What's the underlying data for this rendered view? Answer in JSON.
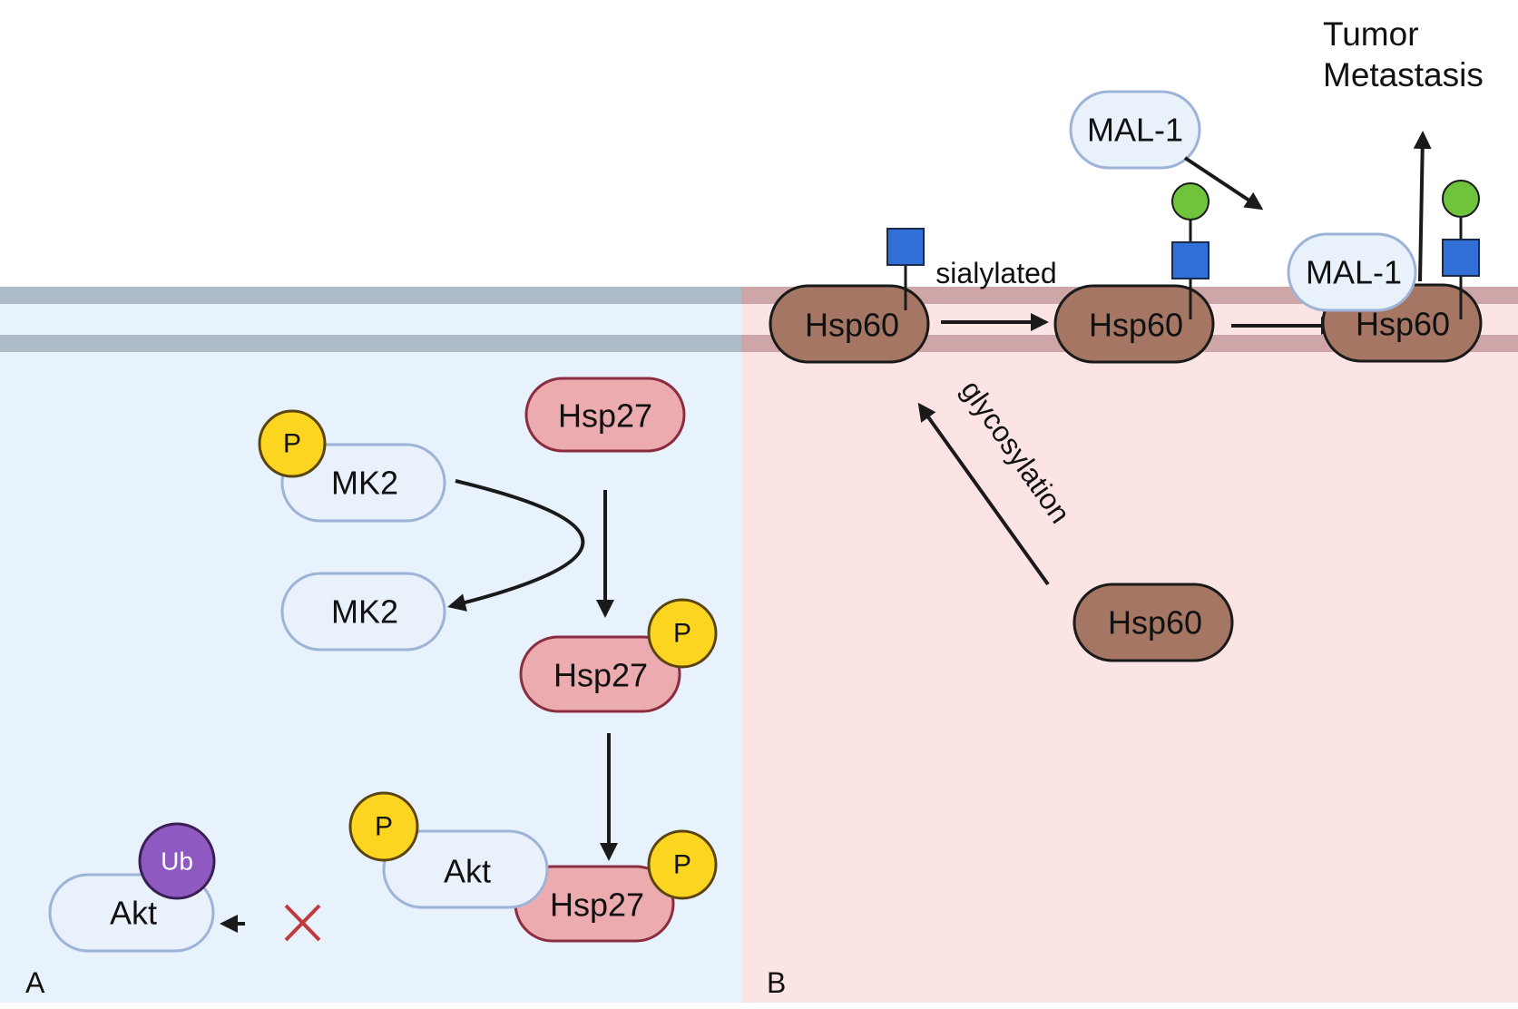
{
  "colors": {
    "panel_a_bg": "#e8f2fc",
    "panel_b_bg": "#fde4e4",
    "membrane_a": "#aebcc8",
    "membrane_b": "#cfa6a8",
    "light_protein_fill": "#e9f2fb",
    "light_protein_stroke": "#9db3d8",
    "hsp27_fill": "#ecabaf",
    "hsp27_stroke": "#8c2c41",
    "hsp60_fill": "#a47663",
    "hsp60_stroke": "#1a1a1a",
    "phospho_fill": "#fcd520",
    "phospho_stroke": "#5a4410",
    "ubiquitin_fill": "#8e5ac2",
    "ubiquitin_stroke": "#3a1f55",
    "glycan_square": "#2f6fd6",
    "glycan_circle": "#6fc43c",
    "inhibit_cross": "#c0393b",
    "arrow": "#1a1a1a"
  },
  "panel_a": {
    "label": "A",
    "hsp27_top": "Hsp27",
    "mk2_phospho": "MK2",
    "mk2_free": "MK2",
    "hsp27_phospho": "Hsp27",
    "akt_bound": "Akt",
    "hsp27_bound": "Hsp27",
    "akt_ub": "Akt",
    "phospho_mk2": "P",
    "phospho_hsp27": "P",
    "phospho_akt": "P",
    "phospho_hsp27_bound": "P",
    "ubiquitin": "Ub"
  },
  "panel_b": {
    "label": "B",
    "hsp60_1": "Hsp60",
    "hsp60_2": "Hsp60",
    "hsp60_3": "Hsp60",
    "hsp60_free": "Hsp60",
    "mal1_free": "MAL-1",
    "mal1_bound": "MAL-1",
    "sialylated": "sialylated",
    "glycosylation": "glycosylation",
    "outcome_line1": "Tumor",
    "outcome_line2": "Metastasis"
  },
  "icons": [
    "phospho-icon",
    "ubiquitin-icon",
    "glycan-square-icon",
    "glycan-circle-icon",
    "inhibition-cross-icon"
  ]
}
